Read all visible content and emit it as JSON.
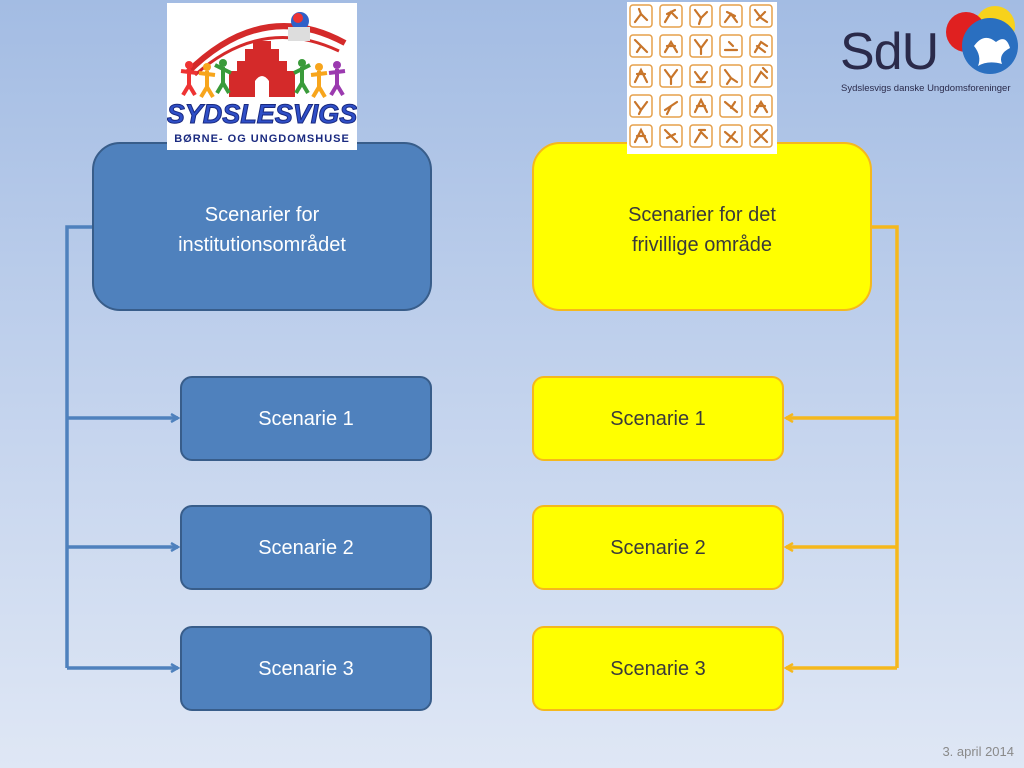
{
  "left": {
    "header": "Scenarier for\ninstitutionsområdet",
    "items": [
      "Scenarie 1",
      "Scenarie 2",
      "Scenarie 3"
    ]
  },
  "right": {
    "header": "Scenarier for det\nfrivillige område",
    "items": [
      "Scenarie 1",
      "Scenarie 2",
      "Scenarie 3"
    ]
  },
  "logos": {
    "sydslesvig_title": "SYDSLESVIGS",
    "sydslesvig_subtitle": "BØRNE- OG UNGDOMSHUSE",
    "sdu_mark": "SdU",
    "sdu_name": "Sydslesvigs danske Ungdomsforeninger"
  },
  "footer": {
    "date": "3. april 2014"
  },
  "colors": {
    "blue_fill": "#4f81bd",
    "blue_line": "#4f81bd",
    "yellow_fill": "#ffff00",
    "yellow_line": "#f5b81c"
  }
}
